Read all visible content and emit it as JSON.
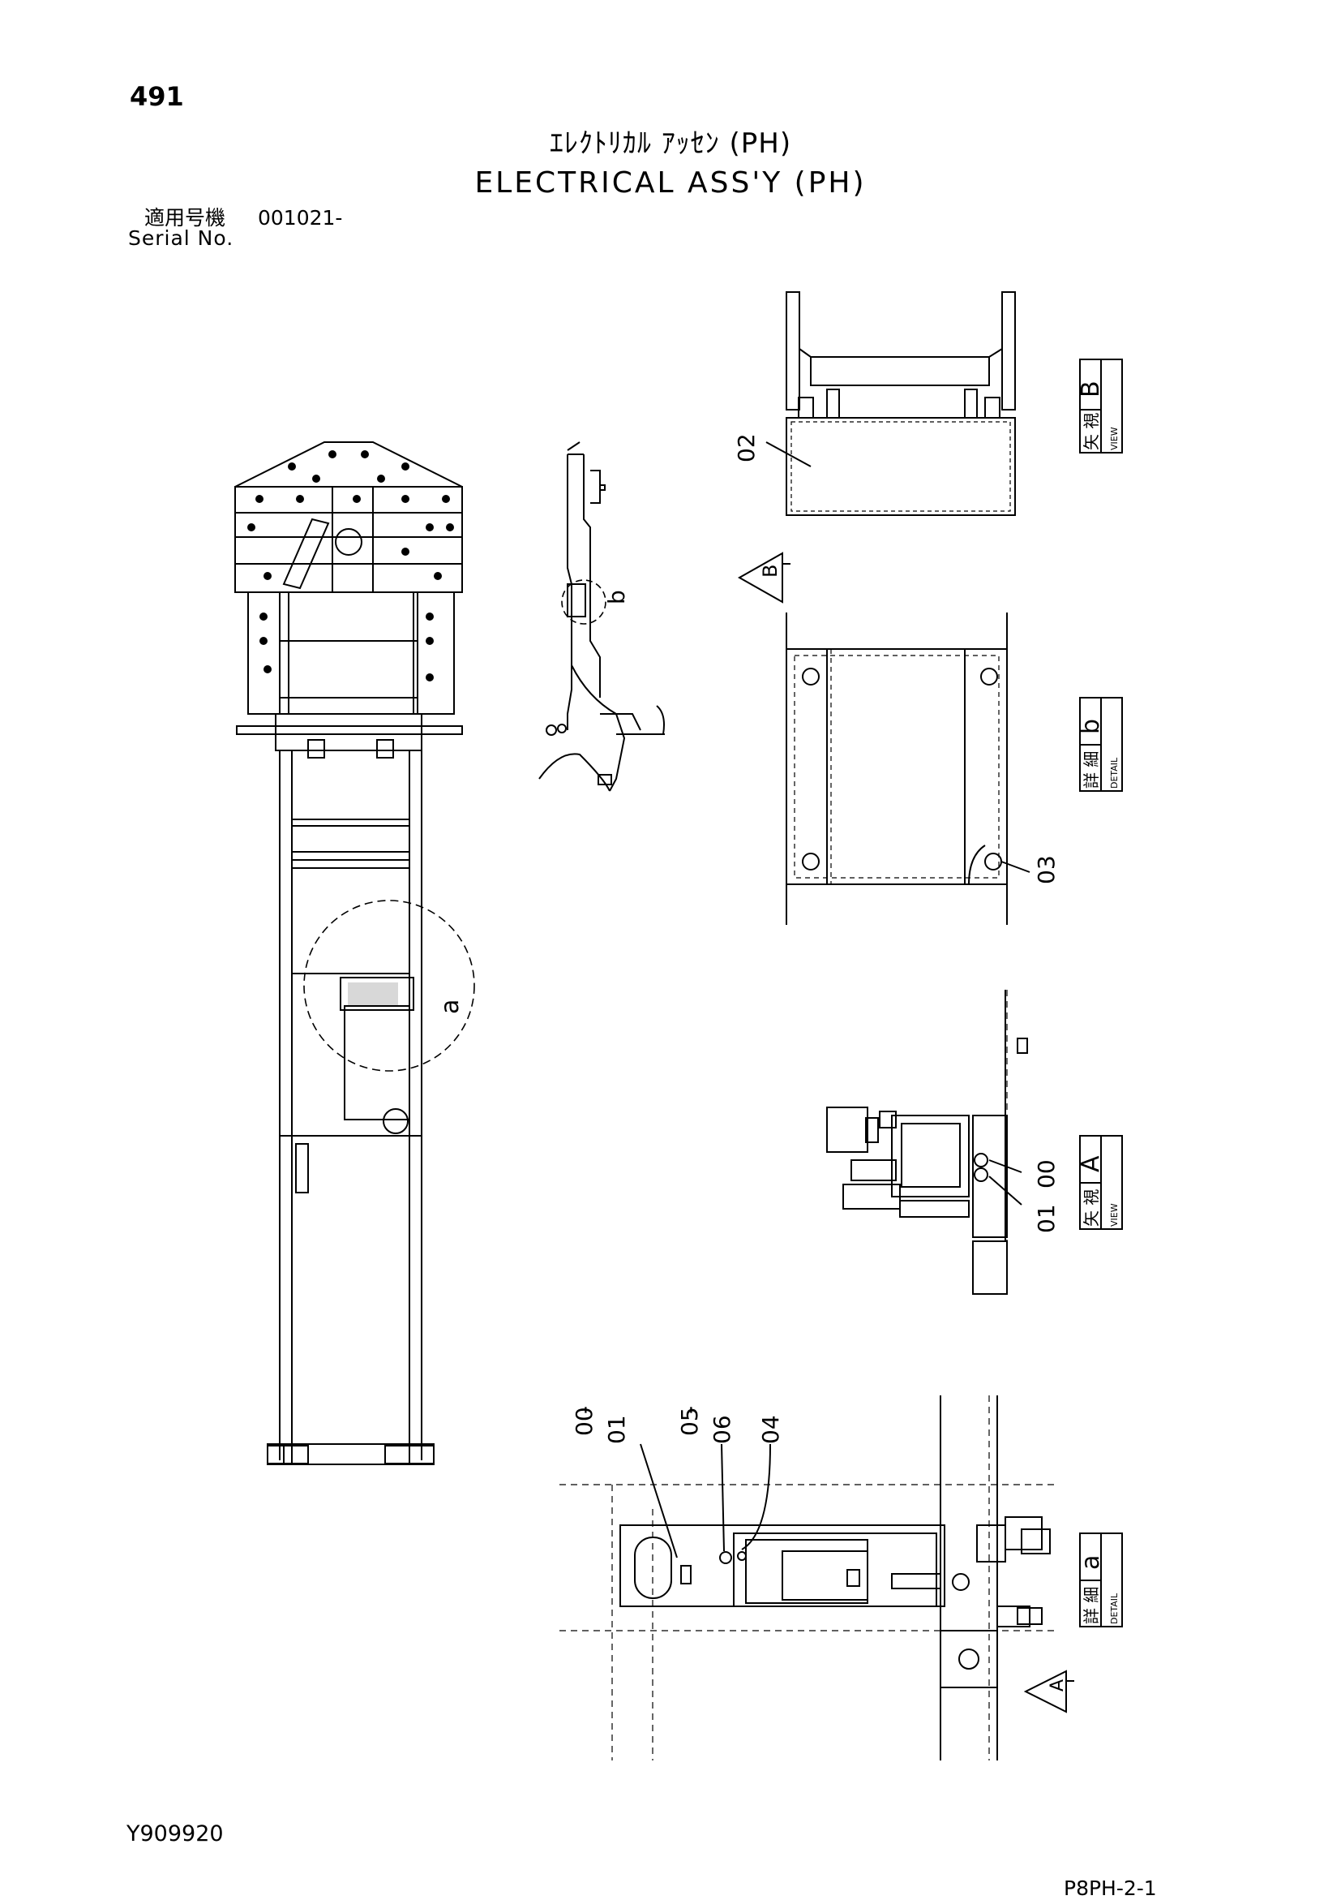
{
  "header": {
    "page_number": "491",
    "title_jp": "ｴﾚｸﾄﾘｶﾙ ｱｯｾﾝ (PH)",
    "title_en": "ELECTRICAL ASS'Y (PH)",
    "serial_label_jp": "適用号機",
    "serial_value": "001021-",
    "serial_label_en": "Serial No."
  },
  "footer": {
    "doc_code": "Y909920",
    "page_code": "P8PH-2-1"
  },
  "views": {
    "view_b": {
      "kanji": "矢 視",
      "sub": "VIEW",
      "letter": "B"
    },
    "detail_b": {
      "kanji": "詳 細",
      "sub": "DETAIL",
      "letter": "b"
    },
    "view_a": {
      "kanji": "矢 視",
      "sub": "VIEW",
      "letter": "A"
    },
    "detail_a": {
      "kanji": "詳 細",
      "sub": "DETAIL",
      "letter": "a"
    }
  },
  "arrow_markers": {
    "b": "B",
    "a": "A"
  },
  "callouts": {
    "detail_circle_a": "a",
    "detail_circle_b": "b",
    "part_02": "02",
    "part_03": "03",
    "part_00": "00",
    "part_01": "01",
    "part_00_01_a": "00",
    "part_00_01_b": "01",
    "part_05_06_a": "05",
    "part_05_06_b": "06",
    "part_04": "04",
    "dash": "-"
  }
}
